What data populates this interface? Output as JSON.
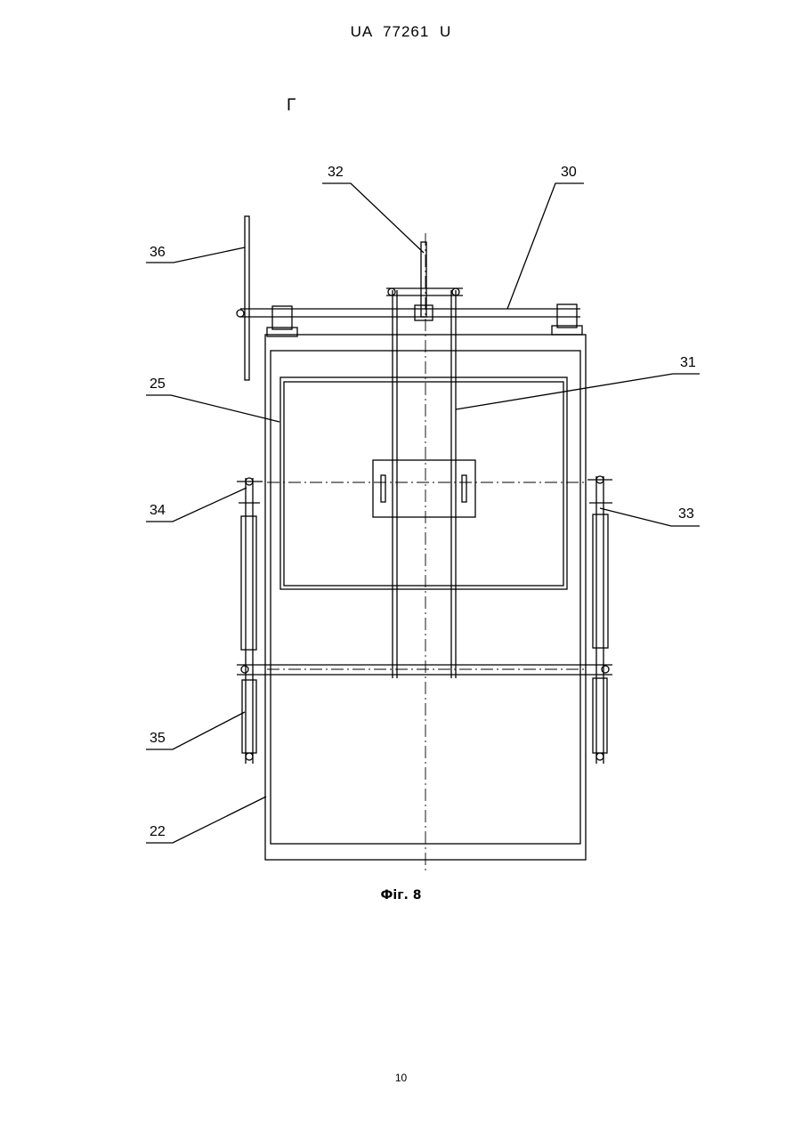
{
  "header": {
    "text": "UA 77261 U"
  },
  "corner_mark": "Г",
  "figure": {
    "caption": "Фіг. 8",
    "labels": {
      "l22": "22",
      "l25": "25",
      "l30": "30",
      "l31": "31",
      "l32": "32",
      "l33": "33",
      "l34": "34",
      "l35": "35",
      "l36": "36"
    }
  },
  "page_number": "10"
}
